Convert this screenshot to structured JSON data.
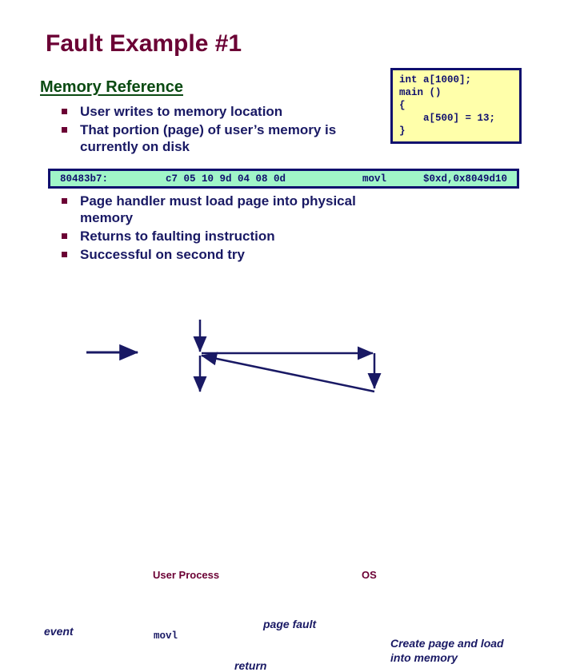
{
  "slide": {
    "title": "Fault Example #1",
    "section_heading": "Memory Reference",
    "title_color": "#6b0034",
    "heading_color": "#0a4a12",
    "body_text_color": "#191964",
    "bullet_marker_color": "#6b0034"
  },
  "bullets_top": [
    "User writes to memory location",
    "That portion (page) of user’s memory is currently on disk"
  ],
  "bullets_bottom": [
    "Page handler must load page into physical memory",
    "Returns to faulting instruction",
    "Successful on second try"
  ],
  "code_box": {
    "background": "#ffffaa",
    "border_color": "#10106e",
    "text": "int a[1000];\nmain ()\n{\n    a[500] = 13;\n}"
  },
  "asm_bar": {
    "background": "#a0f5c8",
    "border_color": "#10106e",
    "address": "80483b7:",
    "bytes": "c7 05 10 9d 04 08 0d",
    "mnemonic": "movl",
    "operands": "$0xd,0x8049d10"
  },
  "diagram": {
    "line_color": "#191964",
    "column_headers": {
      "user_process": "User Process",
      "os": "OS"
    },
    "labels": {
      "event": "event",
      "instruction": "movl",
      "page_fault": "page fault",
      "return": "return",
      "create_page_line1": "Create page and load",
      "create_page_line2": "into memory"
    }
  }
}
